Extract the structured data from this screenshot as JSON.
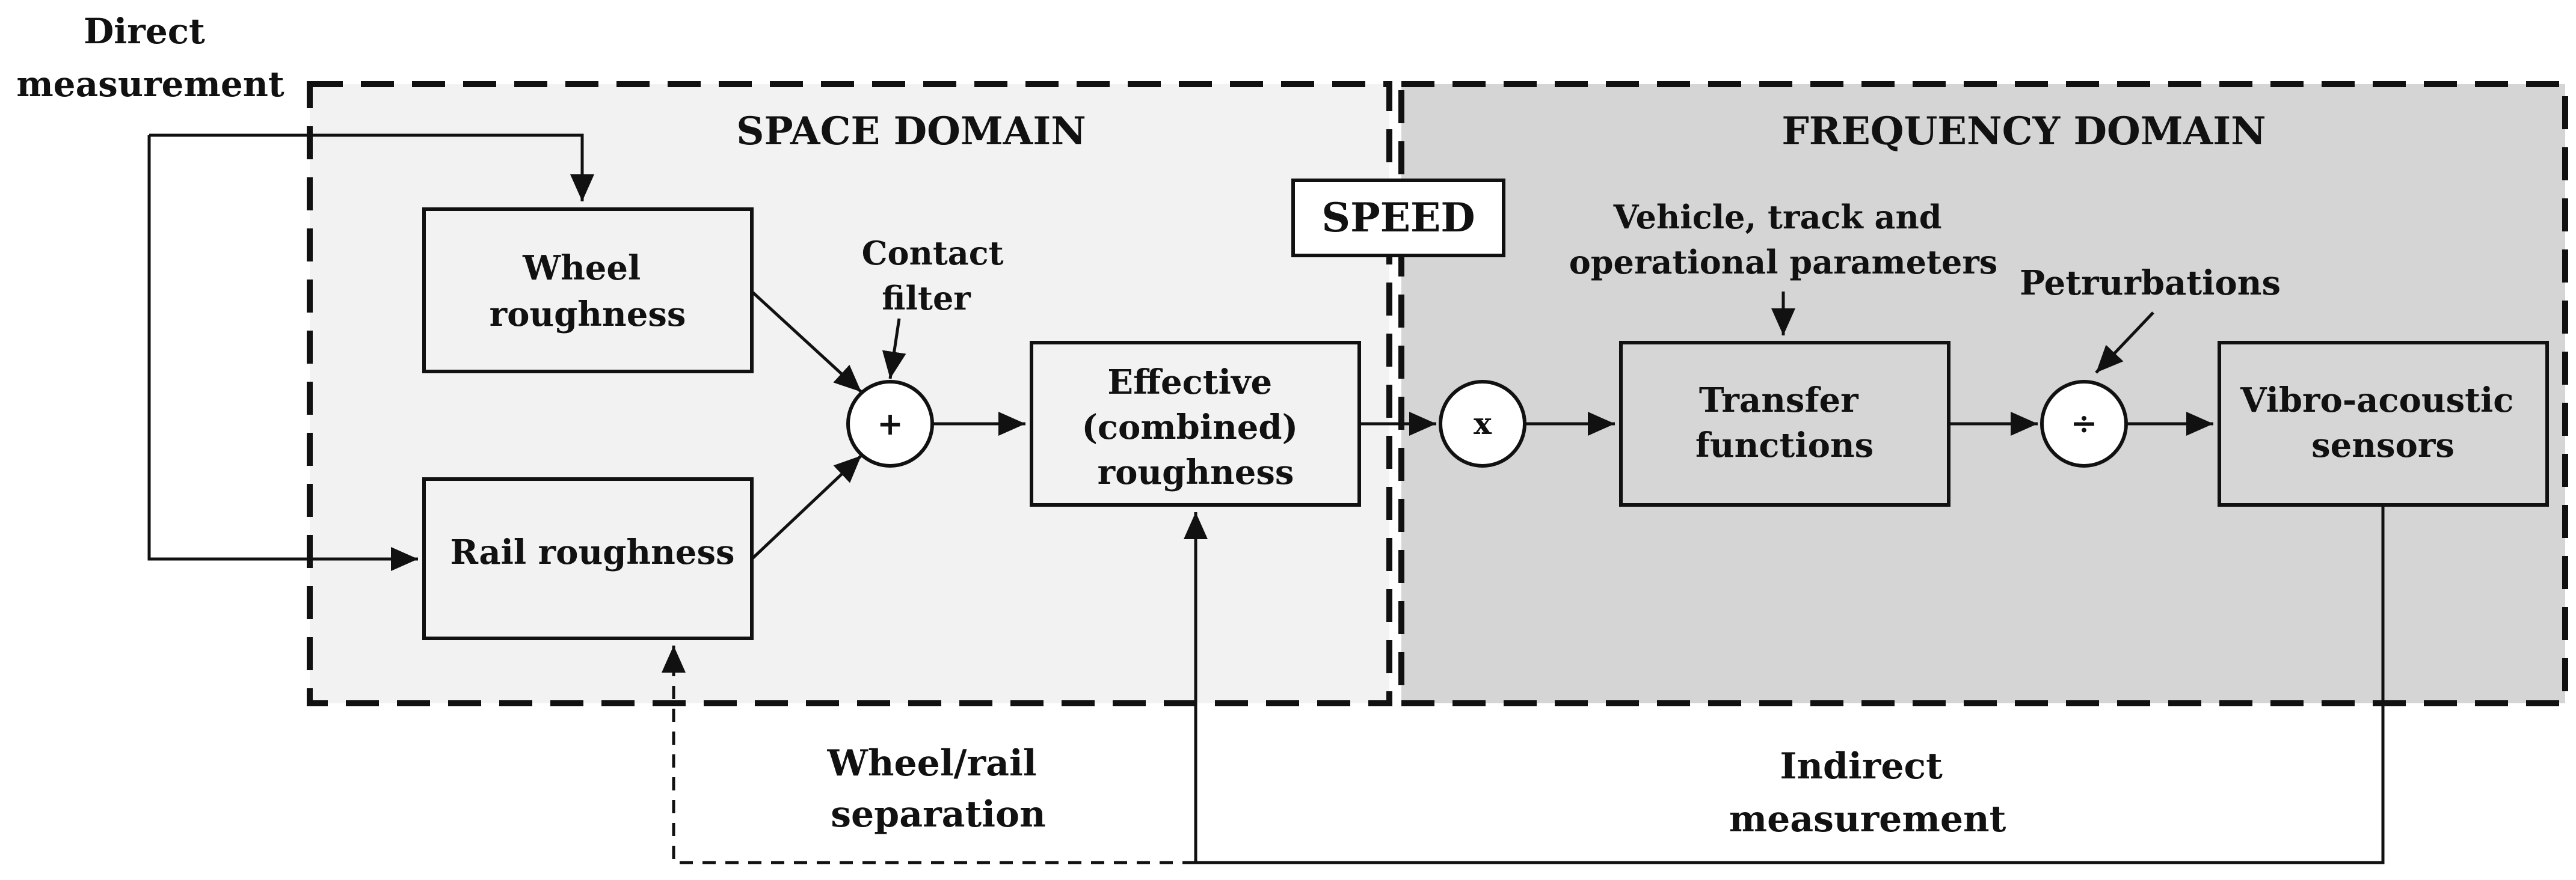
{
  "labels": {
    "direct_line1": "Direct",
    "direct_line2": "measurement",
    "space_domain": "SPACE DOMAIN",
    "frequency_domain": "FREQUENCY DOMAIN",
    "speed": "SPEED",
    "wheel_line1": "Wheel",
    "wheel_line2": "roughness",
    "rail": "Rail roughness",
    "contact_line1": "Contact",
    "contact_line2": "filter",
    "plus": "+",
    "effective_line1": "Effective",
    "effective_line2": "(combined)",
    "effective_line3": "roughness",
    "times": "x",
    "vehicle_line1": "Vehicle, track and",
    "vehicle_line2": "operational parameters",
    "transfer_line1": "Transfer",
    "transfer_line2": "functions",
    "petrubations": "Petrurbations",
    "divide": "÷",
    "vibro_line1": "Vibro-acoustic",
    "vibro_line2": "sensors",
    "separation_line1": "Wheel/rail",
    "separation_line2": "separation",
    "indirect_line1": "Indirect",
    "indirect_line2": "measurement"
  }
}
